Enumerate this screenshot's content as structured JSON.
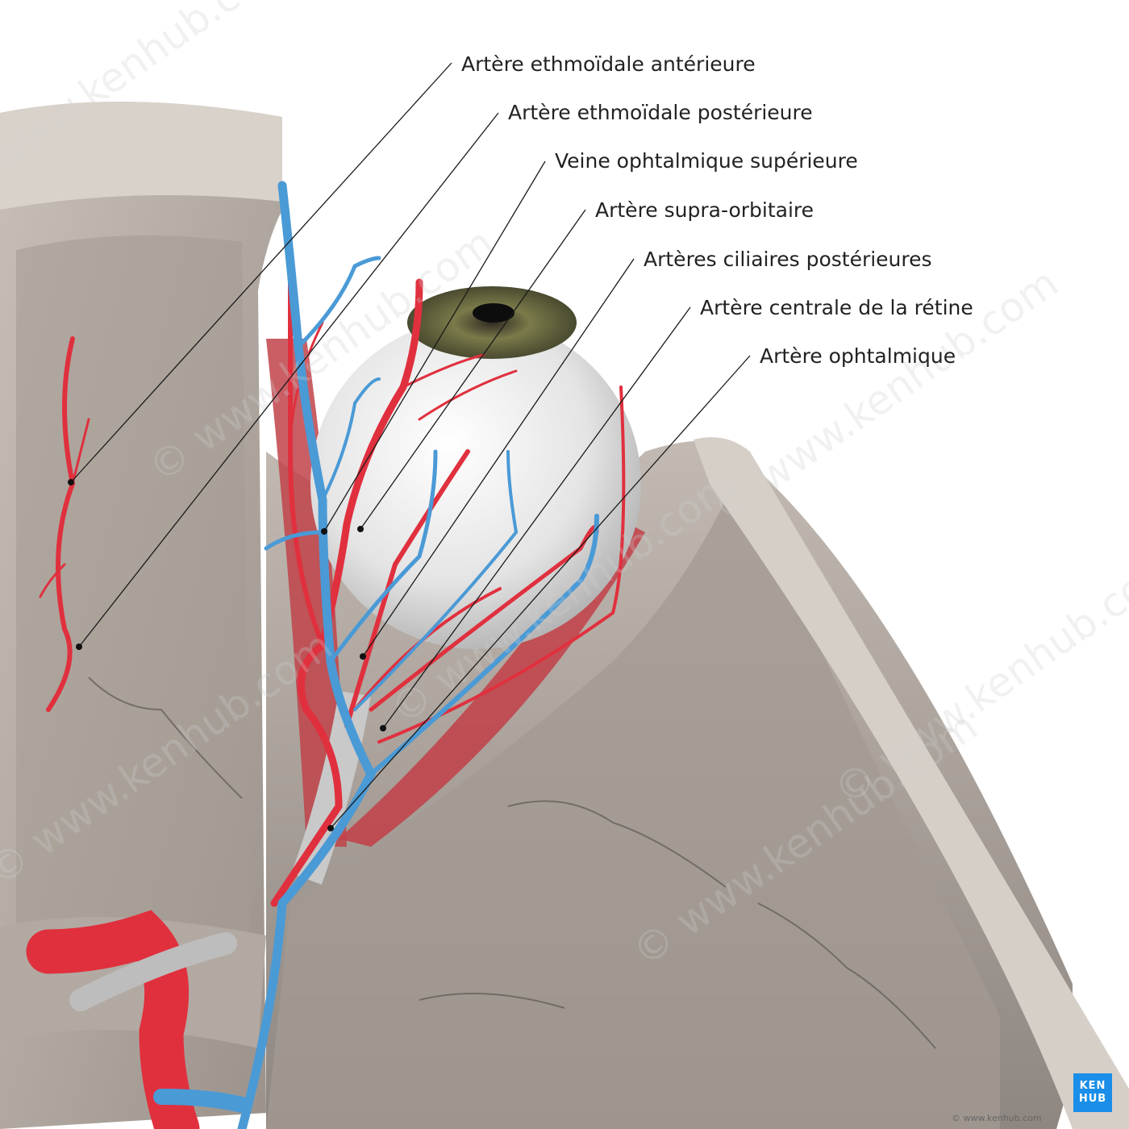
{
  "labels": [
    {
      "id": "ant-ethmoid",
      "text": "Artère ethmoïdale antérieure"
    },
    {
      "id": "post-ethmoid",
      "text": "Artère ethmoïdale postérieure"
    },
    {
      "id": "sup-ophth-vein",
      "text": "Veine ophtalmique supérieure"
    },
    {
      "id": "supraorbital",
      "text": "Artère supra-orbitaire"
    },
    {
      "id": "post-ciliary",
      "text": "Artères ciliaires postérieures"
    },
    {
      "id": "central-retina",
      "text": "Artère centrale de la rétine"
    },
    {
      "id": "ophthalmic",
      "text": "Artère ophtalmique"
    }
  ],
  "watermark": "© www.kenhub.com",
  "logo": {
    "line1": "KEN",
    "line2": "HUB"
  },
  "credit": "© www.kenhub.com",
  "colors": {
    "artery": "#e0303e",
    "vein": "#4a9ad6",
    "bone": "#b8b0a8",
    "bone_dark": "#8a827b",
    "eye": "#eeeeee"
  }
}
